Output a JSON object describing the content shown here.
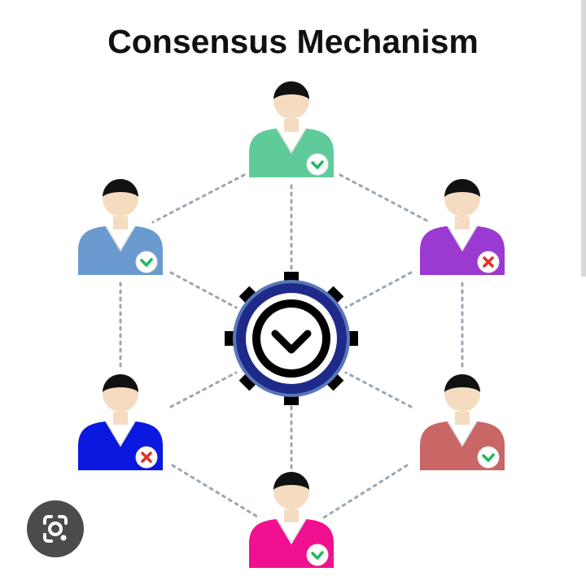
{
  "title": "Consensus Mechanism",
  "hub": {
    "icon": "gear-checkmark-icon",
    "ring_color": "#1e2a8a",
    "inner_color": "#000000"
  },
  "nodes": [
    {
      "id": "top",
      "body_color": "#5fcb9a",
      "vote": "approve"
    },
    {
      "id": "upper-left",
      "body_color": "#6b9ad0",
      "vote": "approve"
    },
    {
      "id": "upper-right",
      "body_color": "#9a3ad0",
      "vote": "reject"
    },
    {
      "id": "lower-left",
      "body_color": "#0a18e0",
      "vote": "reject"
    },
    {
      "id": "lower-right",
      "body_color": "#c96666",
      "vote": "approve"
    },
    {
      "id": "bottom",
      "body_color": "#f01090",
      "vote": "approve"
    }
  ],
  "colors": {
    "approve": "#1fb85a",
    "reject": "#e0302a",
    "connector": "#9aa7b3",
    "skin": "#f5dcc0",
    "hair": "#111111"
  },
  "overlay": {
    "icon": "lens-search-icon"
  }
}
